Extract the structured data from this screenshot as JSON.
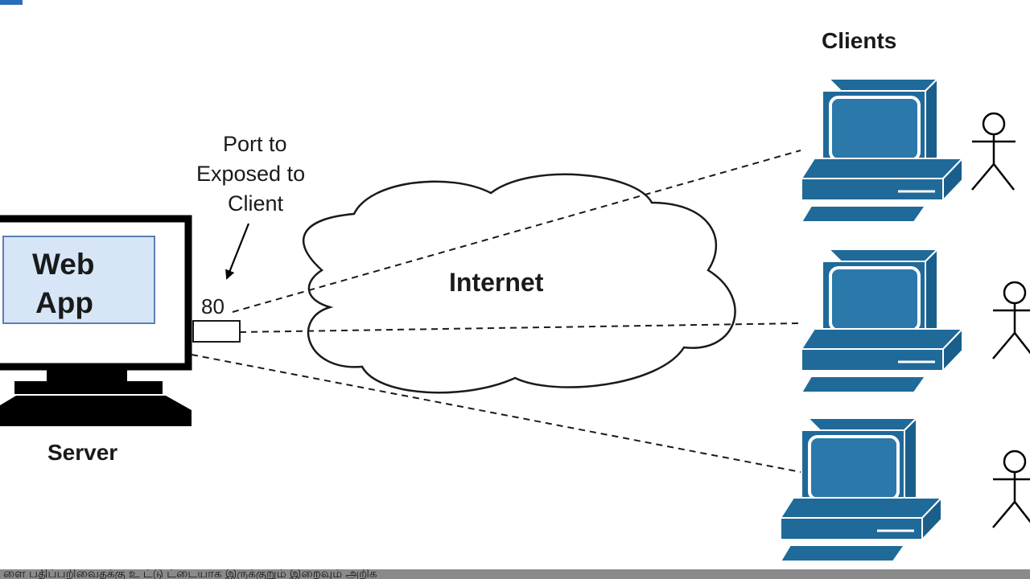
{
  "labels": {
    "clients": "Clients",
    "port_note_line1": "Port to",
    "port_note_line2": "Exposed to",
    "port_note_line3": "Client",
    "web_app_line1": "Web",
    "web_app_line2": "App",
    "port_number": "80",
    "internet": "Internet",
    "server": "Server"
  },
  "caption": "ளை பதிப்பறிவைதக்கு உ ட்டு ட்டையாக இருக்குறும் இறைவும் அறிக",
  "colors": {
    "client_computer": "#1f6a99",
    "client_screen": "#2b78ab",
    "web_app_panel": "#d6e6f7",
    "outline": "#000000"
  },
  "icons": {
    "server": "monitor-icon",
    "client": "desktop-computer-icon",
    "user": "stick-figure-user-icon",
    "network": "cloud-icon"
  }
}
